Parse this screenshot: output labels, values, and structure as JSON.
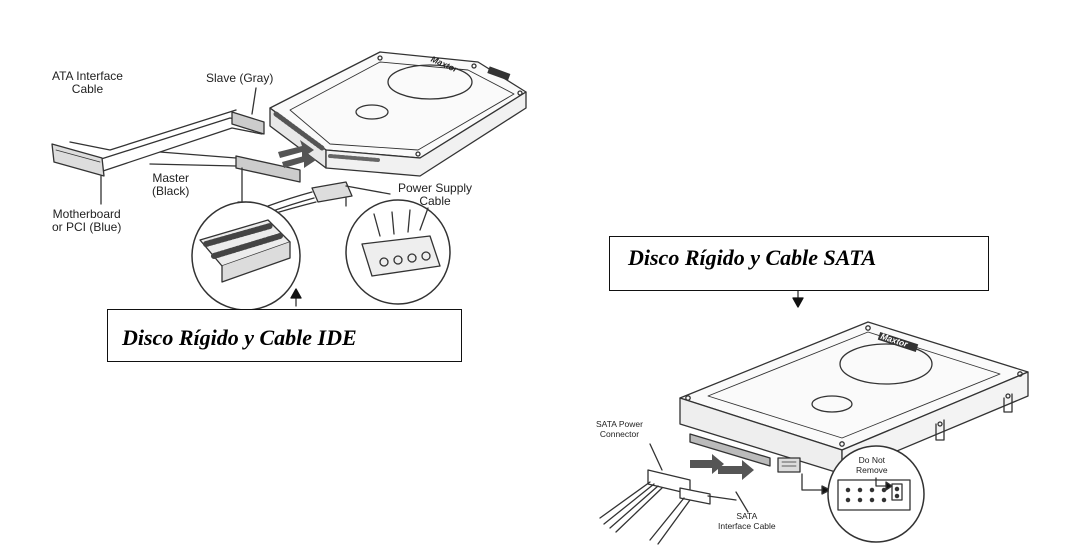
{
  "ide_diagram": {
    "labels": {
      "ata_cable": "ATA Interface\nCable",
      "slave": "Slave (Gray)",
      "master": "Master\n(Black)",
      "power_supply": "Power Supply\nCable",
      "motherboard": "Motherboard\nor PCI (Blue)",
      "brand": "Maxtor"
    },
    "caption": "Disco Rígido y Cable IDE"
  },
  "sata_diagram": {
    "caption": "Disco Rígido y Cable SATA",
    "labels": {
      "sata_power": "SATA Power\nConnector",
      "do_not_remove": "Do Not\nRemove",
      "sata_cable": "SATA\nInterface Cable",
      "brand": "Maxtor"
    }
  }
}
